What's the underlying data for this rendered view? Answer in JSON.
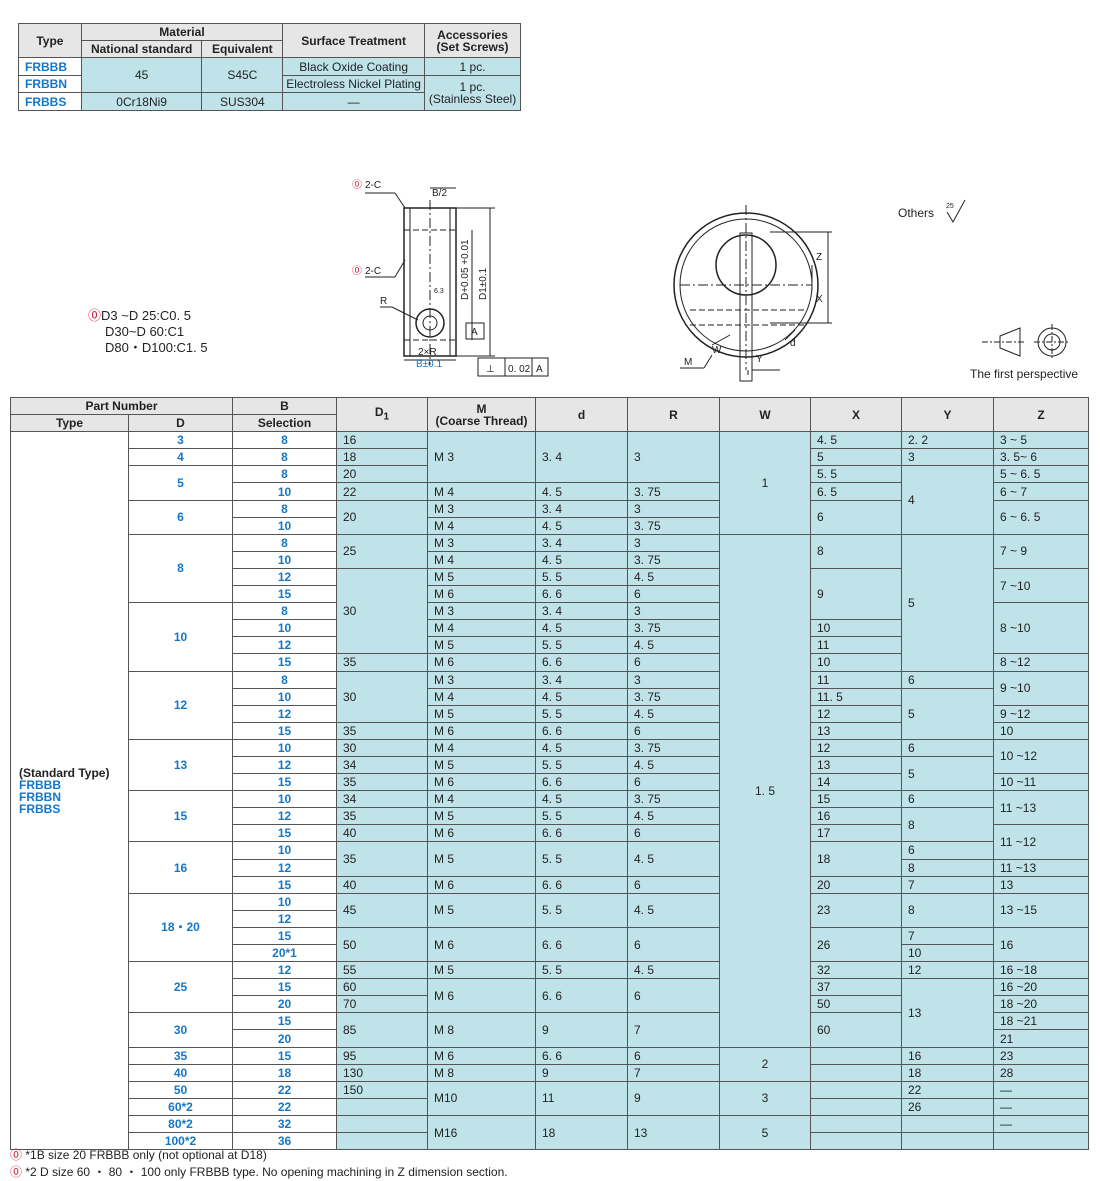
{
  "material_table": {
    "headers": {
      "type": "Type",
      "material": "Material",
      "national": "National standard",
      "equivalent": "Equivalent",
      "surface": "Surface Treatment",
      "accessories_1": "Accessories",
      "accessories_2": "(Set Screws)"
    },
    "rows": [
      {
        "type": "FRBBB",
        "national": "45",
        "equivalent": "S45C",
        "surface": "Black Oxide Coating",
        "acc": "1 pc."
      },
      {
        "type": "FRBBN",
        "surface": "Electroless Nickel Plating",
        "acc_1": "1 pc.",
        "acc_2": "(Stainless Steel)"
      },
      {
        "type": "FRBBS",
        "national": "0Cr18Ni9",
        "equivalent": "SUS304",
        "surface": "—"
      }
    ]
  },
  "chamfer_note": {
    "line1": "D3 ~D 25:C0. 5",
    "line2": "D30~D 60:C1",
    "line3": "D80・D100:C1. 5"
  },
  "drawing_labels": {
    "two_c_top": "2-C",
    "b_half": "B/2",
    "two_c_mid": "2-C",
    "r": "R",
    "d1_tol": "D1±0.1",
    "d_tol": "D+0.05 +0.01",
    "roughness_small": "6.3",
    "a_box": "A",
    "two_x_r": "2×R",
    "b_tol": "B±0.1",
    "perp": "⊥",
    "perp_val": "0. 02",
    "perp_ref": "A",
    "z": "Z",
    "x": "X",
    "w": "W",
    "y": "Y",
    "m": "M",
    "d": "d",
    "others": "Others",
    "others_val": "25",
    "first_perspective": "The first perspective"
  },
  "main_headers": {
    "part_number": "Part Number",
    "type": "Type",
    "d": "D",
    "b": "B",
    "selection": "Selection",
    "d1": "D",
    "d1_sub": "1",
    "m": "M",
    "coarse": "(Coarse Thread)",
    "dd": "d",
    "r": "R",
    "w": "W",
    "x": "X",
    "y": "Y",
    "z": "Z"
  },
  "type_block": {
    "line1": "(Standard Type)",
    "line2": "FRBBB",
    "line3": "FRBBN",
    "line4": "FRBBS"
  },
  "d_values": [
    "3",
    "4",
    "5",
    "6",
    "8",
    "10",
    "12",
    "13",
    "15",
    "16",
    "18・20",
    "25",
    "30",
    "35",
    "40",
    "50",
    "60*2",
    "80*2",
    "100*2"
  ],
  "b_values": [
    "8",
    "8",
    "8",
    "10",
    "8",
    "10",
    "8",
    "10",
    "12",
    "15",
    "8",
    "10",
    "12",
    "15",
    "8",
    "10",
    "12",
    "15",
    "10",
    "12",
    "15",
    "10",
    "12",
    "15",
    "10",
    "12",
    "15",
    "10",
    "12",
    "15",
    "20*1",
    "12",
    "15",
    "20",
    "15",
    "20",
    "15",
    "18",
    "22",
    "22",
    "32",
    "36"
  ],
  "d1_values": [
    "16",
    "18",
    "20",
    "22",
    "20",
    "25",
    "30",
    "35",
    "30",
    "35",
    "30",
    "34",
    "35",
    "34",
    "35",
    "40",
    "35",
    "40",
    "45",
    "50",
    "55",
    "60",
    "70",
    "85",
    "95",
    "130",
    "150"
  ],
  "m_values": [
    "M 3",
    "M 4",
    "M 3",
    "M 4",
    "M 3",
    "M 4",
    "M 5",
    "M 6",
    "M 3",
    "M 4",
    "M 5",
    "M 6",
    "M 3",
    "M 4",
    "M 5",
    "M 6",
    "M 4",
    "M 5",
    "M 6",
    "M 4",
    "M 5",
    "M 6",
    "M 5",
    "M 6",
    "M 5",
    "M 6",
    "M 5",
    "M 6",
    "M 8",
    "M 6",
    "M 8",
    "M10",
    "M16"
  ],
  "dd_values": [
    "3. 4",
    "4. 5",
    "3. 4",
    "4. 5",
    "3. 4",
    "4. 5",
    "5. 5",
    "6. 6",
    "3. 4",
    "4. 5",
    "5. 5",
    "6. 6",
    "3. 4",
    "4. 5",
    "5. 5",
    "6. 6",
    "4. 5",
    "5. 5",
    "6. 6",
    "4. 5",
    "5. 5",
    "6. 6",
    "5. 5",
    "6. 6",
    "5. 5",
    "6. 6",
    "5. 5",
    "6. 6",
    "9",
    "6. 6",
    "9",
    "11",
    "18"
  ],
  "r_values": [
    "3",
    "3. 75",
    "3",
    "3. 75",
    "3",
    "3. 75",
    "4. 5",
    "6",
    "3",
    "3. 75",
    "4. 5",
    "6",
    "3",
    "3. 75",
    "4. 5",
    "6",
    "3. 75",
    "4. 5",
    "6",
    "3. 75",
    "4. 5",
    "6",
    "4. 5",
    "6",
    "4. 5",
    "6",
    "4. 5",
    "6",
    "7",
    "6",
    "7",
    "9",
    "13"
  ],
  "w_values": [
    "1",
    "1. 5",
    "2",
    "3",
    "5"
  ],
  "x_values": [
    "4. 5",
    "5",
    "5. 5",
    "6. 5",
    "6",
    "8",
    "9",
    "10",
    "11",
    "10",
    "11",
    "11. 5",
    "12",
    "13",
    "12",
    "13",
    "14",
    "15",
    "16",
    "17",
    "18",
    "20",
    "23",
    "26",
    "32",
    "37",
    "50",
    "60"
  ],
  "y_values": [
    "2. 2",
    "3",
    "4",
    "5",
    "6",
    "5",
    "6",
    "5",
    "6",
    "8",
    "6",
    "8",
    "7",
    "8",
    "7",
    "10",
    "12",
    "13",
    "16",
    "18",
    "22",
    "26"
  ],
  "z_values": [
    "3 ~ 5",
    "3. 5~ 6",
    "5 ~ 6. 5",
    "6 ~ 7",
    "6 ~ 6. 5",
    "7 ~ 9",
    "7 ~10",
    "8 ~10",
    "8 ~12",
    "9 ~10",
    "9 ~12",
    "10",
    "10 ~12",
    "10 ~11",
    "11 ~13",
    "11 ~12",
    "11 ~13",
    "13",
    "13 ~15",
    "16",
    "16 ~18",
    "16 ~20",
    "18 ~20",
    "18 ~21",
    "21",
    "23",
    "28",
    "—",
    "—",
    "—"
  ],
  "notes": {
    "n1": "*1B size 20 FRBBB only (not optional at D18)",
    "n2": "*2 D size 60 ・ 80 ・ 100 only FRBBB type.  No opening machining in Z dimension section."
  }
}
